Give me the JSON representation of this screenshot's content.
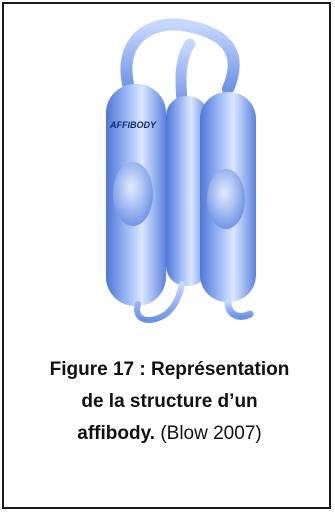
{
  "figure": {
    "logo_text": "AFFIBODY",
    "caption_bold_1": "Figure 17 : Représentation",
    "caption_bold_2": "de la structure d’un",
    "caption_bold_3": "affibody.",
    "caption_citation": "(Blow 2007)",
    "colors": {
      "helix_light": "#cfe0ff",
      "helix_mid": "#8fb1f5",
      "helix_dark": "#4d76d6",
      "border": "#1a1a1a"
    }
  }
}
